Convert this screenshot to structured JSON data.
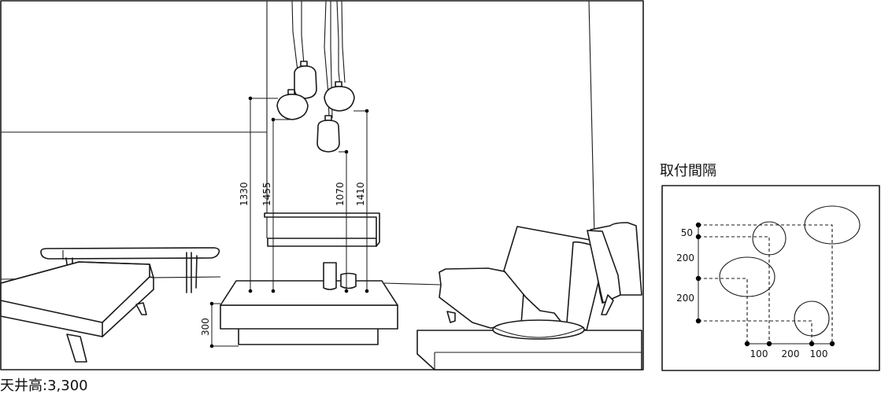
{
  "room_view": {
    "dimensions": {
      "drop_1330": "1330",
      "drop_1455": "1455",
      "drop_1070": "1070",
      "drop_1410": "1410",
      "table_height": "300"
    }
  },
  "spacing_plan": {
    "title": "取付間隔",
    "vertical": [
      "50",
      "200",
      "200"
    ],
    "horizontal": [
      "100",
      "200",
      "100"
    ]
  },
  "ceiling_height": "天井高:3,300"
}
